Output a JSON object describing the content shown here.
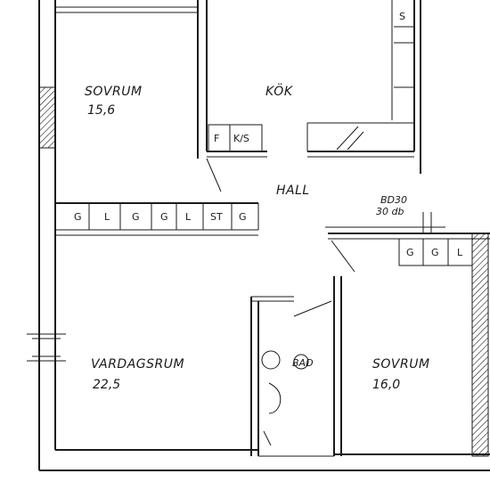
{
  "rooms": {
    "sovrum1": {
      "name": "SOVRUM",
      "area": "15,6"
    },
    "kok": {
      "name": "KÖK"
    },
    "hall": {
      "name": "HALL"
    },
    "vardagsrum": {
      "name": "VARDAGSRUM",
      "area": "22,5"
    },
    "bad": {
      "name": "BAD"
    },
    "sovrum2": {
      "name": "SOVRUM",
      "area": "16,0"
    }
  },
  "door_rating": {
    "line1": "BD30",
    "line2": "30 db"
  },
  "kitchen_units": {
    "fridge": "F",
    "freezer": "K/S",
    "stove": "S"
  },
  "hall_closets": [
    "G",
    "L",
    "G",
    "G",
    "L",
    "ST",
    "G"
  ],
  "bedroom_closets": [
    "G",
    "G",
    "L"
  ]
}
